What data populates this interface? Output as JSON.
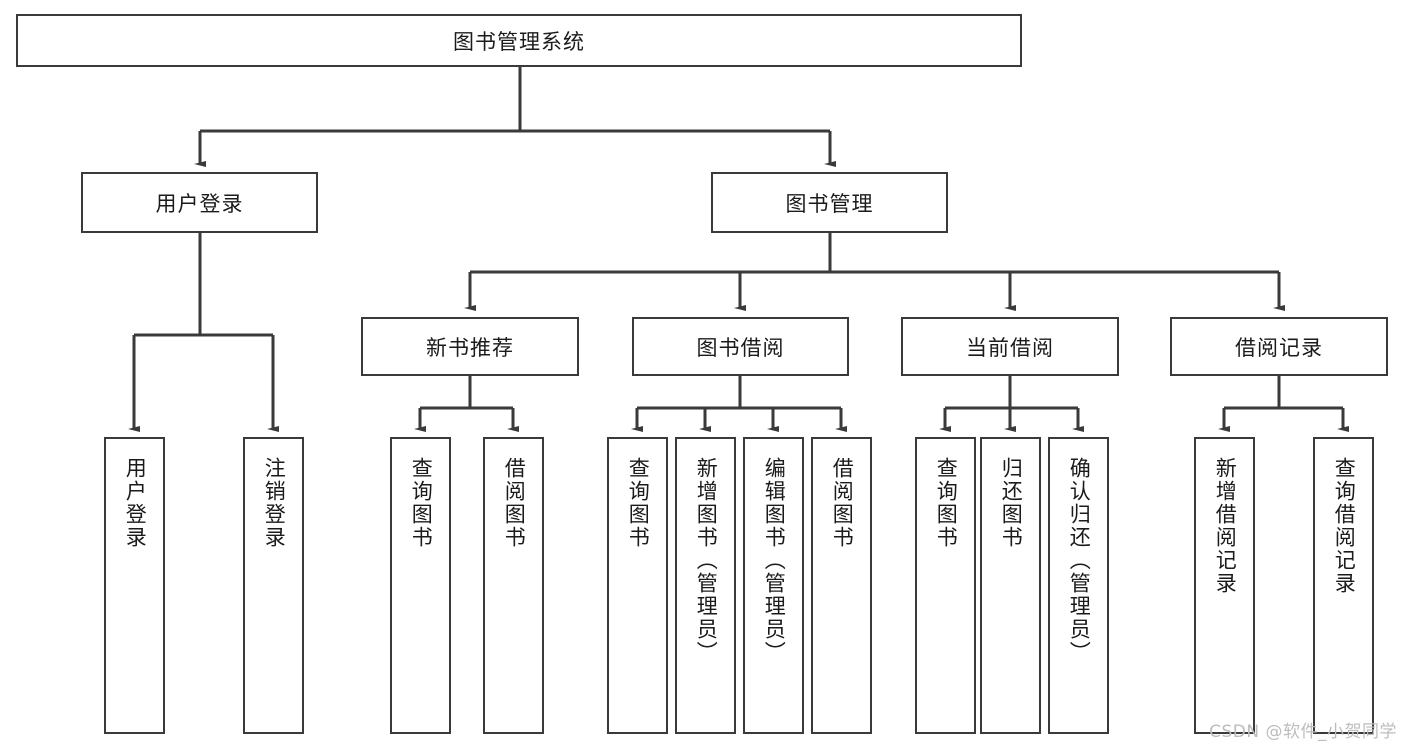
{
  "diagram": {
    "title": "图书管理系统",
    "type": "hierarchy-tree",
    "watermark": "CSDN @软件_小贺同学",
    "colors": {
      "border": "#3a3a3a",
      "background": "#ffffff",
      "text": "#1b1b1b",
      "watermark": "#bdbdbd"
    },
    "levels": {
      "root": {
        "label": "图书管理系统"
      },
      "level1": [
        {
          "label": "用户登录"
        },
        {
          "label": "图书管理"
        }
      ],
      "level2": [
        {
          "label": "新书推荐"
        },
        {
          "label": "图书借阅"
        },
        {
          "label": "当前借阅"
        },
        {
          "label": "借阅记录"
        }
      ],
      "leaves": {
        "user_login": [
          {
            "label": "用户登录"
          },
          {
            "label": "注销登录"
          }
        ],
        "new_book_recommend": [
          {
            "label": "查询图书"
          },
          {
            "label": "借阅图书"
          }
        ],
        "book_borrow": [
          {
            "label": "查询图书"
          },
          {
            "label": "新增图书（管理员）"
          },
          {
            "label": "编辑图书（管理员）"
          },
          {
            "label": "借阅图书"
          }
        ],
        "current_borrow": [
          {
            "label": "查询图书"
          },
          {
            "label": "归还图书"
          },
          {
            "label": "确认归还（管理员）"
          }
        ],
        "borrow_record": [
          {
            "label": "新增借阅记录"
          },
          {
            "label": "查询借阅记录"
          }
        ]
      }
    }
  }
}
